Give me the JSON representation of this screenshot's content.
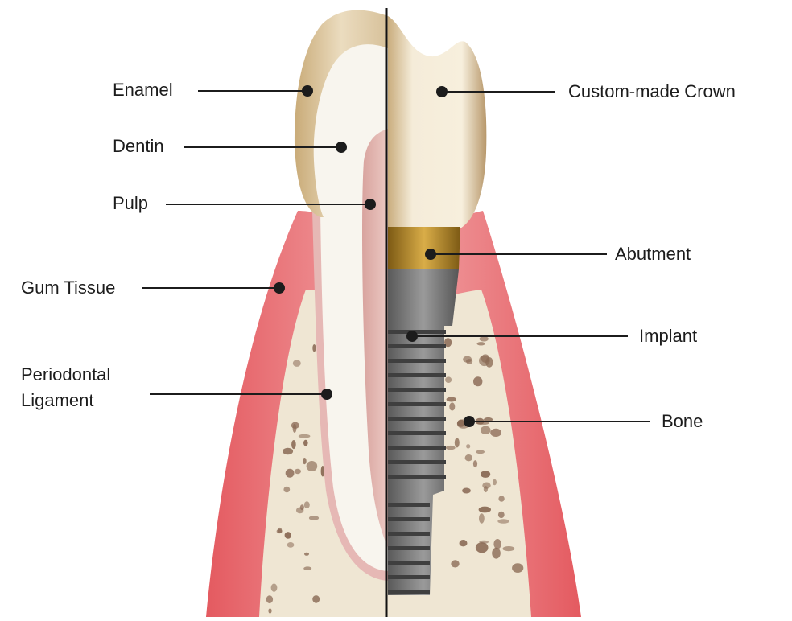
{
  "labels": {
    "enamel": "Enamel",
    "dentin": "Dentin",
    "pulp": "Pulp",
    "gum_tissue": "Gum Tissue",
    "periodontal_line1": "Periodontal",
    "periodontal_line2": "Ligament",
    "custom_crown": "Custom-made Crown",
    "abutment": "Abutment",
    "implant": "Implant",
    "bone": "Bone"
  },
  "colors": {
    "gum": "#d9454f",
    "gum_light": "#ee9a9d",
    "bone": "#efe6d3",
    "bone_pore": "#8a6a55",
    "enamel": "#e7d8bd",
    "dentin": "#f7f3ea",
    "pulp": "#e3b7b1",
    "abutment": "#b8892a",
    "implant": "#707070",
    "leader": "#1c1c1c"
  }
}
